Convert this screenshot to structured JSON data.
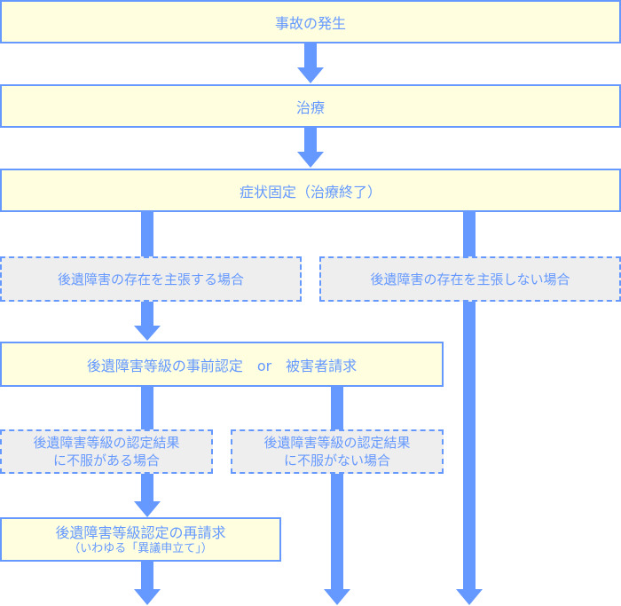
{
  "diagram": {
    "title": "後遺障害等級認定の流れ",
    "colors": {
      "accent": "#6699ff",
      "process_fill": "#ffffe0",
      "condition_fill": "#eeeeee"
    },
    "nodes": {
      "accident": {
        "label": "事故の発生"
      },
      "treatment": {
        "label": "治療"
      },
      "symptom_fixed": {
        "label": "症状固定（治療終了）"
      },
      "claim_exists": {
        "label": "後遺障害の存在を主張する場合"
      },
      "claim_not_exists": {
        "label": "後遺障害の存在を主張しない場合"
      },
      "certification": {
        "label": "後遺障害等級の事前認定　or　被害者請求"
      },
      "dissatisfied": {
        "line1": "後遺障害等級の認定結果",
        "line2": "に不服がある場合"
      },
      "satisfied": {
        "line1": "後遺障害等級の認定結果",
        "line2": "に不服がない場合"
      },
      "reclaim": {
        "label": "後遺障害等級認定の再請求",
        "sublabel": "（いわゆる「異議申立て」）"
      }
    },
    "edges": [
      {
        "from": "accident",
        "to": "treatment"
      },
      {
        "from": "treatment",
        "to": "symptom_fixed"
      },
      {
        "from": "symptom_fixed",
        "to": "claim_exists"
      },
      {
        "from": "symptom_fixed",
        "to": "claim_not_exists"
      },
      {
        "from": "claim_exists",
        "to": "certification"
      },
      {
        "from": "certification",
        "to": "dissatisfied"
      },
      {
        "from": "certification",
        "to": "satisfied"
      },
      {
        "from": "dissatisfied",
        "to": "reclaim"
      },
      {
        "from": "reclaim",
        "to": "continues"
      },
      {
        "from": "satisfied",
        "to": "continues"
      },
      {
        "from": "claim_not_exists",
        "to": "continues"
      }
    ]
  }
}
